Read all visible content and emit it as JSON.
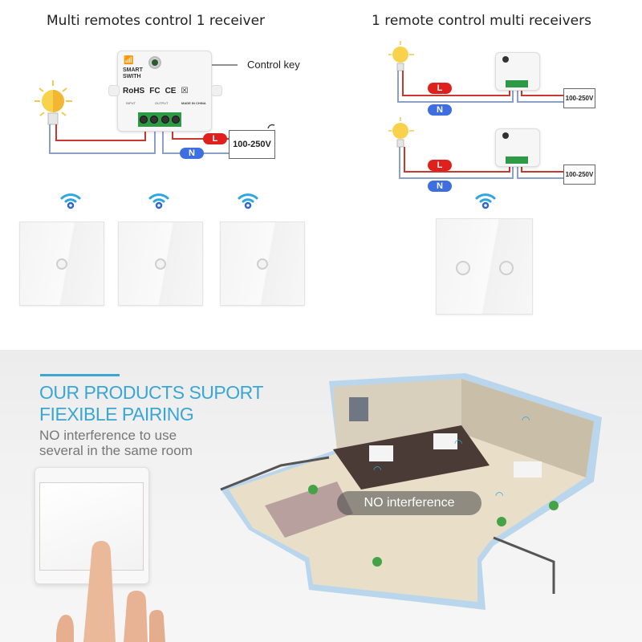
{
  "left_diagram": {
    "title": "Multi remotes control 1 receiver",
    "receiver": {
      "brand_line1": "SMART",
      "brand_line2": "SWITH",
      "certs": [
        "RoHS",
        "FC",
        "CE"
      ],
      "made_in": "MADE IN CHINA",
      "input_label": "INPUT",
      "output_label": "OUTPUT"
    },
    "control_key_label": "Control key",
    "live_tag": "L",
    "neutral_tag": "N",
    "voltage": "100-250V",
    "remotes_count": 3
  },
  "right_diagram": {
    "title": "1 remote control multi receivers",
    "circuits": [
      {
        "live_tag": "L",
        "neutral_tag": "N",
        "voltage": "100-250V"
      },
      {
        "live_tag": "L",
        "neutral_tag": "N",
        "voltage": "100-250V"
      }
    ],
    "remote_buttons": 2
  },
  "promo": {
    "headline_line1": "OUR PRODUCTS SUPORT",
    "headline_line2": "FIEXIBLE PAIRING",
    "sub_line1": "NO interference to use",
    "sub_line2": "several in the same room",
    "floorplan_label": "NO interference"
  },
  "colors": {
    "accent_blue": "#3aa6d4",
    "live_red": "#e0201c",
    "neutral_blue": "#3e6ee0",
    "wifi_blue": "#2fa6e0",
    "terminal_green": "#2d9a45"
  }
}
